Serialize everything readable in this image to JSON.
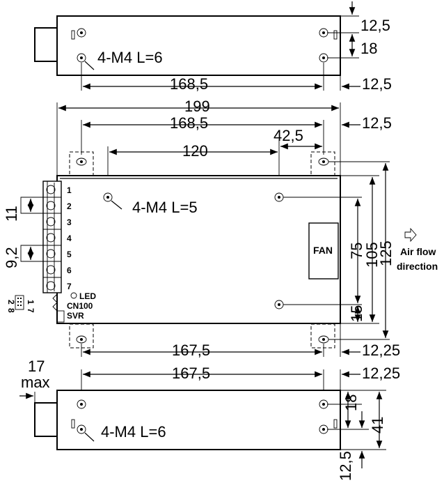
{
  "top_view": {
    "dim_12_5_top": "12,5",
    "dim_18": "18",
    "mount_label": "4-M4 L=6",
    "dim_168_5": "168,5",
    "dim_12_5_right": "12,5"
  },
  "main_view": {
    "dim_199": "199",
    "dim_168_5": "168,5",
    "dim_12_5": "12,5",
    "dim_42_5": "42,5",
    "dim_120": "120",
    "mount_label": "4-M4 L=5",
    "pins": [
      "1",
      "2",
      "3",
      "4",
      "5",
      "6",
      "7"
    ],
    "dim_11": "11",
    "dim_9_2": "9,2",
    "cn_pin_a": "2",
    "cn_pin_b": "1",
    "cn_pin_c": "8",
    "cn_pin_d": "7",
    "led_label": "LED",
    "cn_label": "CN100",
    "svr_label": "SVR",
    "fan_label": "FAN",
    "dim_75": "75",
    "dim_105": "105",
    "dim_125": "125",
    "dim_15": "15",
    "airflow_line1": "Air flow",
    "airflow_line2": "direction",
    "dim_167_5": "167,5",
    "dim_12_25": "12,25"
  },
  "bottom_view": {
    "dim_17": "17",
    "dim_max": "max",
    "dim_167_5": "167,5",
    "dim_12_25": "12,25",
    "dim_18": "18",
    "dim_41": "41",
    "mount_label": "4-M4 L=6",
    "dim_12_5": "12,5"
  },
  "colors": {
    "line": "#000000",
    "background": "#ffffff"
  }
}
